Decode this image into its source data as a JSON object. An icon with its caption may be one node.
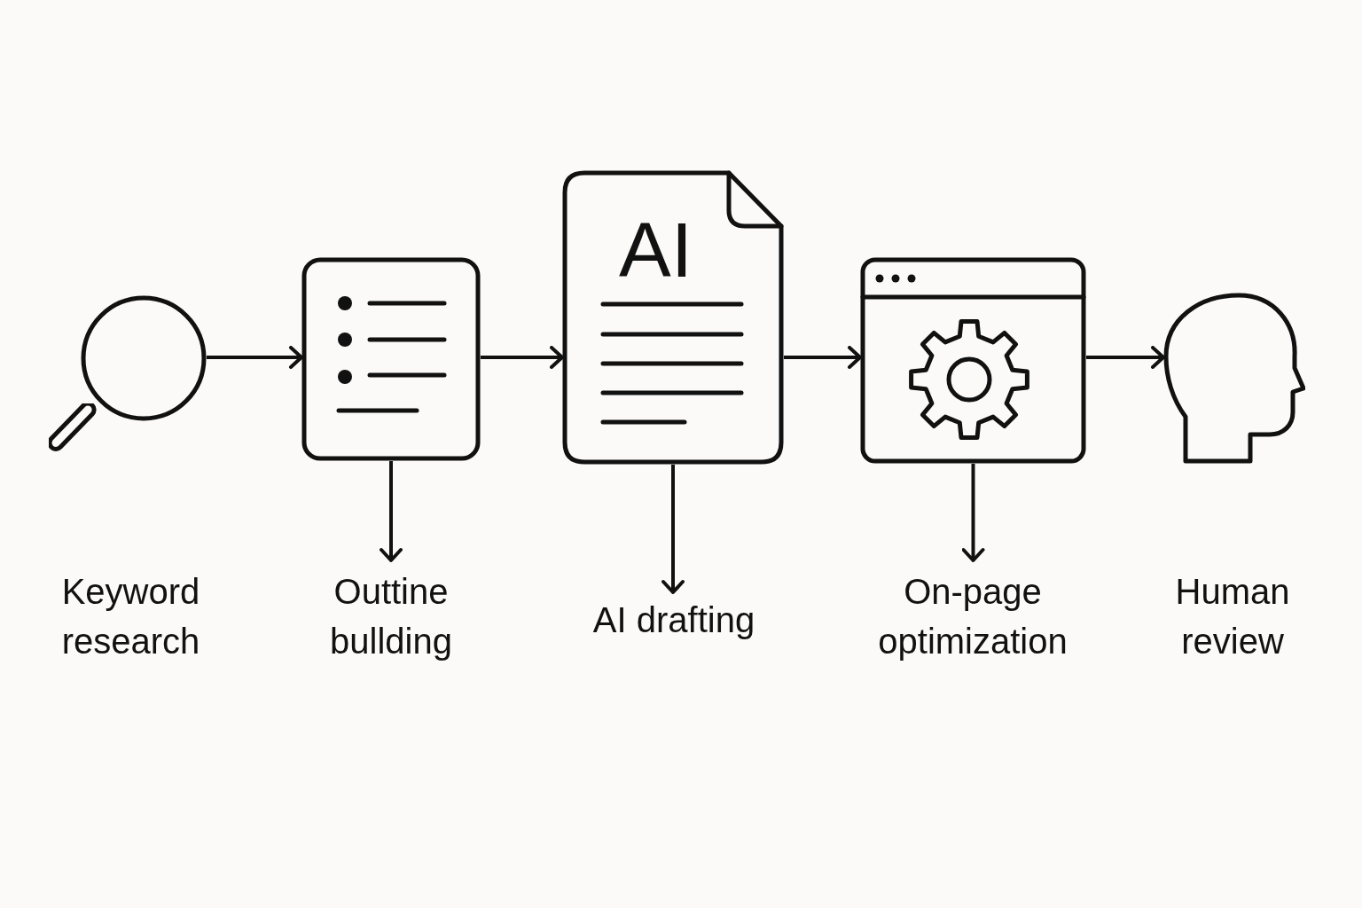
{
  "diagram": {
    "nodes": [
      {
        "text": [],
        "shape": "circle"
      },
      {
        "text": [],
        "shape": "picture"
      },
      {
        "text": [
          "AI"
        ]
      },
      {
        "text": [],
        "shape": "picture"
      },
      {
        "text": [],
        "shape": "picture"
      },
      {
        "text": [
          "Outtine bullding"
        ]
      },
      {
        "text": [
          "AI drafting"
        ]
      },
      {
        "text": [
          "On-page optimization"
        ]
      }
    ],
    "edges": [
      {
        "from": 0,
        "to": 1,
        "arrow": "to"
      },
      {
        "from": 1,
        "to": 2,
        "arrow": "to"
      },
      {
        "from": 2,
        "to": 3,
        "arrow": "to"
      },
      {
        "from": 3,
        "to": 4,
        "arrow": "to"
      },
      {
        "from": 1,
        "to": 5,
        "arrow": "to"
      },
      {
        "from": 2,
        "to": 6,
        "arrow": "to"
      },
      {
        "from": 3,
        "to": 7,
        "arrow": "to"
      }
    ],
    "labels": [
      "Keyword research",
      "Human review"
    ]
  }
}
